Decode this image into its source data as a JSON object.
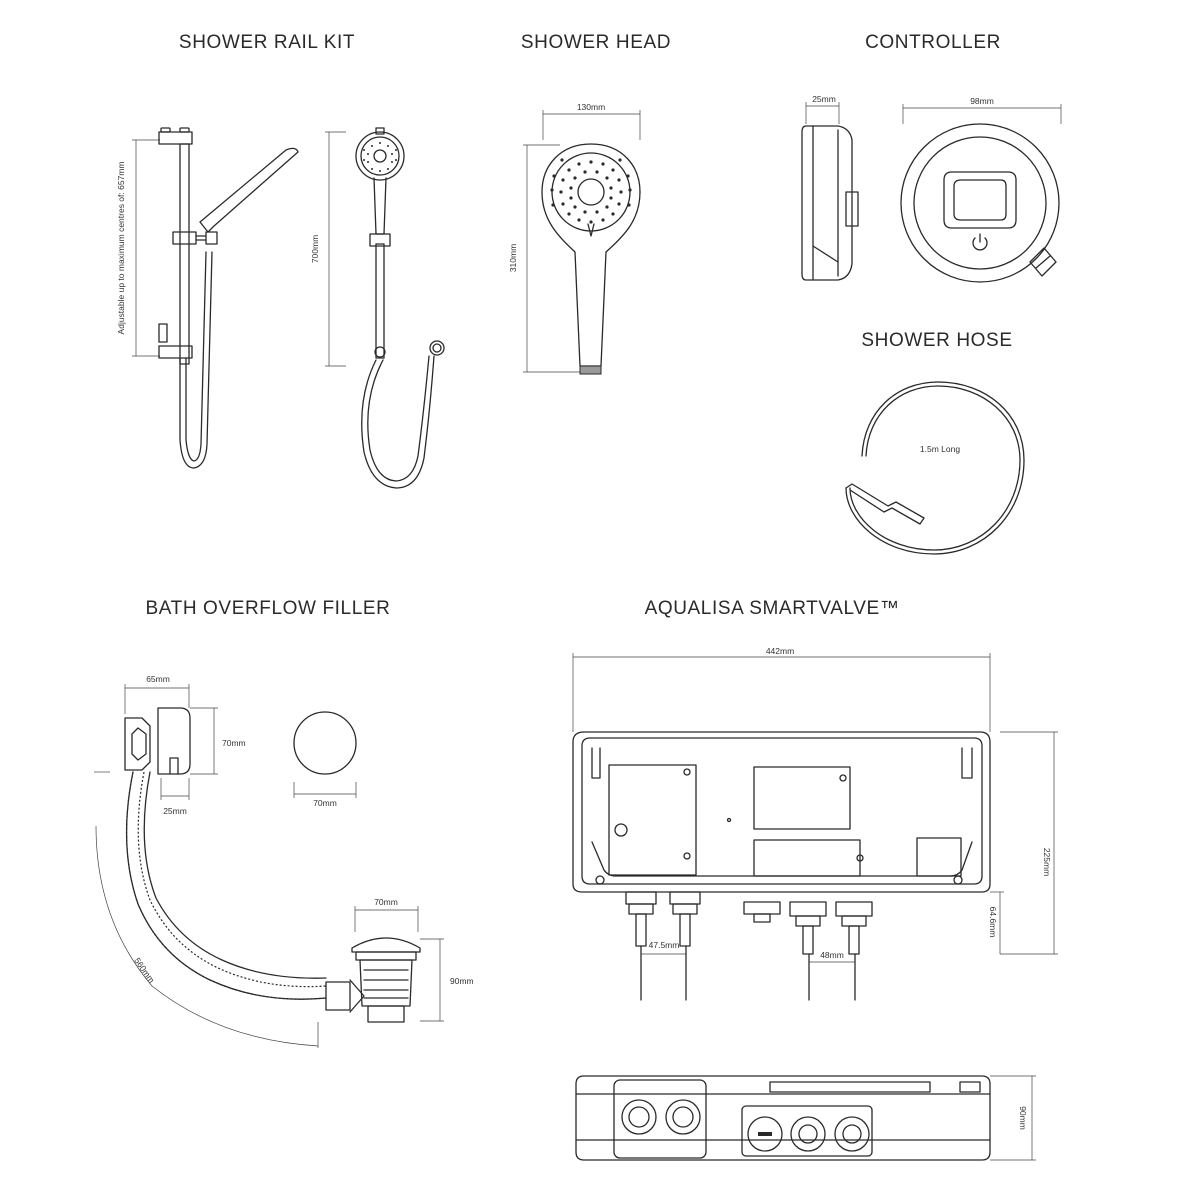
{
  "titles": {
    "shower_rail_kit": "SHOWER RAIL KIT",
    "shower_head": "SHOWER HEAD",
    "controller": "CONTROLLER",
    "shower_hose": "SHOWER HOSE",
    "bath_overflow_filler": "BATH OVERFLOW FILLER",
    "smartvalve": "AQUALISA SMARTVALVE™"
  },
  "dimensions": {
    "rail_adjustable": "Adjustable up to maximum centres of: 657mm",
    "rail_height": "700mm",
    "head_width": "130mm",
    "head_height": "310mm",
    "controller_depth": "25mm",
    "controller_width": "98mm",
    "hose_length": "1.5m Long",
    "filler_width": "65mm",
    "filler_height": "70mm",
    "filler_depth": "25mm",
    "filler_round": "70mm",
    "filler_hose": "560mm",
    "waste_width": "70mm",
    "waste_height": "90mm",
    "valve_width": "442mm",
    "valve_height": "225mm",
    "valve_outlet_height": "64.6mm",
    "valve_inlet_centres": "47.5mm",
    "valve_outlet_centres": "48mm",
    "valve_depth": "90mm"
  },
  "icons": {
    "power": "power-icon"
  }
}
